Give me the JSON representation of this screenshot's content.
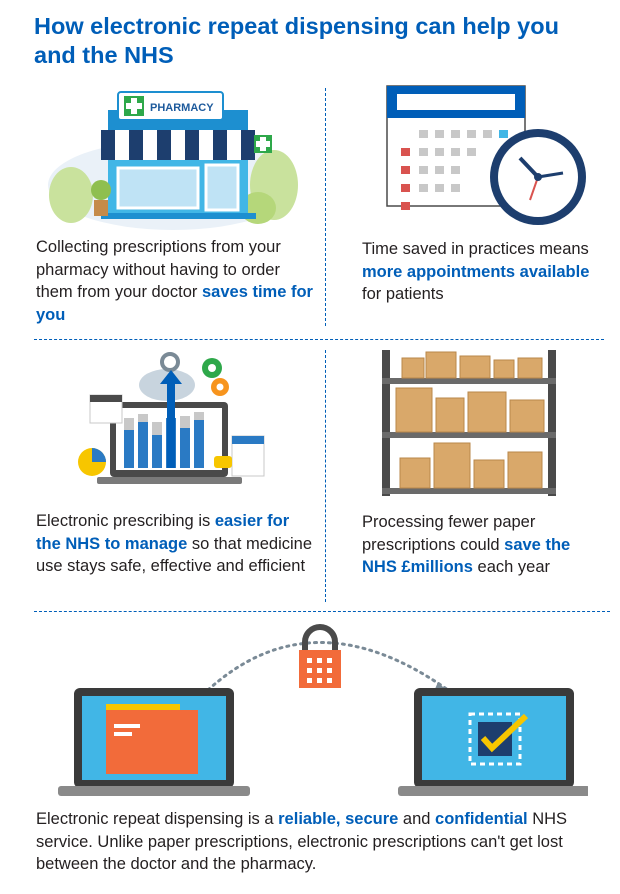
{
  "title": "How electronic repeat dispensing can help you and the NHS",
  "pharmacy_sign": "PHARMACY",
  "panel1": {
    "text1": "Collecting prescriptions from your pharmacy without having to order them from your doctor ",
    "highlight": "saves time for you"
  },
  "panel2": {
    "text1": "Time saved in practices means ",
    "highlight": "more appointments available",
    "text2": " for patients"
  },
  "panel3": {
    "text1": "Electronic prescribing is ",
    "highlight": "easier for the NHS to manage",
    "text2": " so that medicine use stays safe, effective and efficient"
  },
  "panel4": {
    "text1": "Processing fewer paper prescriptions could ",
    "highlight": "save the NHS £millions",
    "text2": " each year"
  },
  "panel5": {
    "text1": "Electronic repeat dispensing is a ",
    "highlight1": "reliable, secure",
    "text2": " and ",
    "highlight2": "confidential",
    "text3": " NHS service. Unlike paper prescriptions, electronic prescriptions can't get lost between the doctor and the pharmacy."
  },
  "colors": {
    "nhs_blue": "#005eb8",
    "orange": "#f26b3a",
    "light_blue": "#41b6e6",
    "green": "#2ea84a"
  }
}
